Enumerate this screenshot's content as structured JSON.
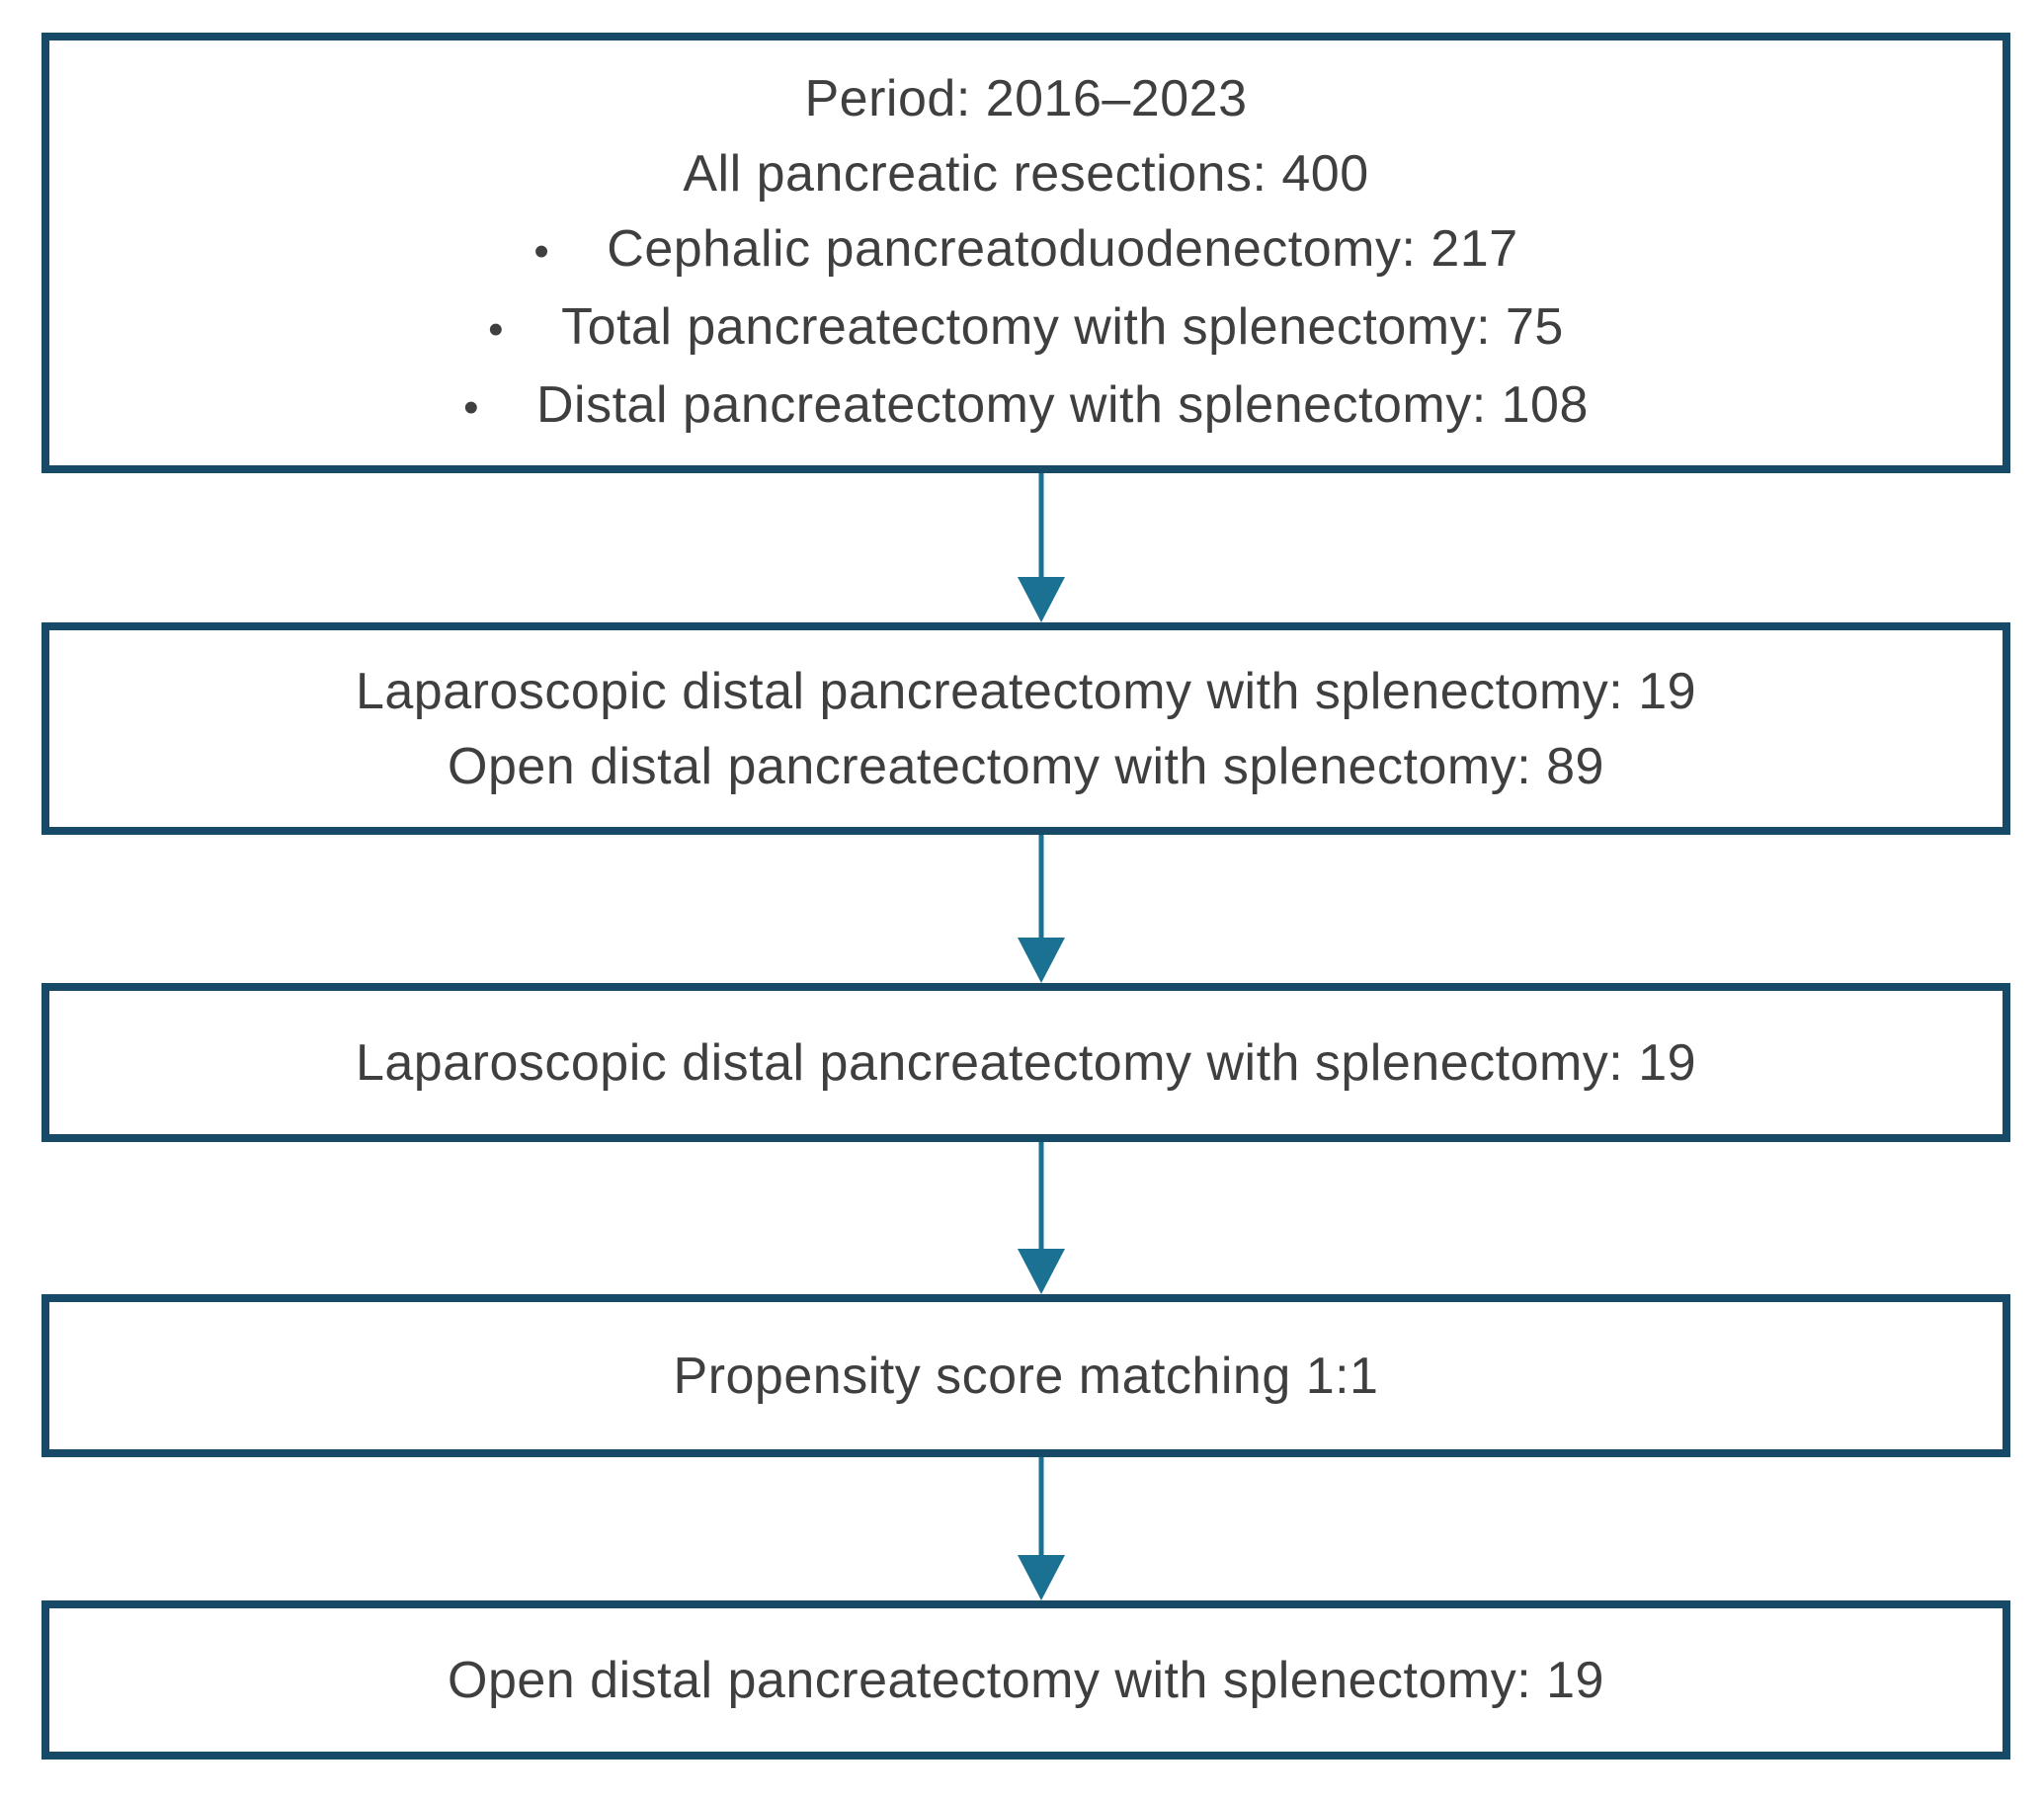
{
  "flowchart": {
    "colors": {
      "box_border": "#164A66",
      "arrow": "#1B7191",
      "text": "#3F3F3F",
      "background": "#FFFFFF"
    },
    "glyphs": {
      "bullet": "•"
    },
    "boxes": [
      {
        "id": "all-pancreatic-resections",
        "lines": [
          "Period: 2016–2023",
          "All pancreatic resections: 400"
        ],
        "bullet_items": [
          "Cephalic pancreatoduodenectomy: 217",
          "Total pancreatectomy with splenectomy: 75",
          "Distal pancreatectomy with splenectomy: 108"
        ]
      },
      {
        "id": "dps-approach-split",
        "lines": [
          "Laparoscopic distal pancreatectomy with splenectomy: 19",
          "Open distal pancreatectomy with splenectomy: 89"
        ]
      },
      {
        "id": "laparoscopic-group",
        "lines": [
          "Laparoscopic distal pancreatectomy with splenectomy: 19"
        ]
      },
      {
        "id": "propensity-matching",
        "lines": [
          "Propensity score matching 1:1"
        ]
      },
      {
        "id": "open-matched-group",
        "lines": [
          "Open distal pancreatectomy with splenectomy: 19"
        ]
      }
    ]
  }
}
